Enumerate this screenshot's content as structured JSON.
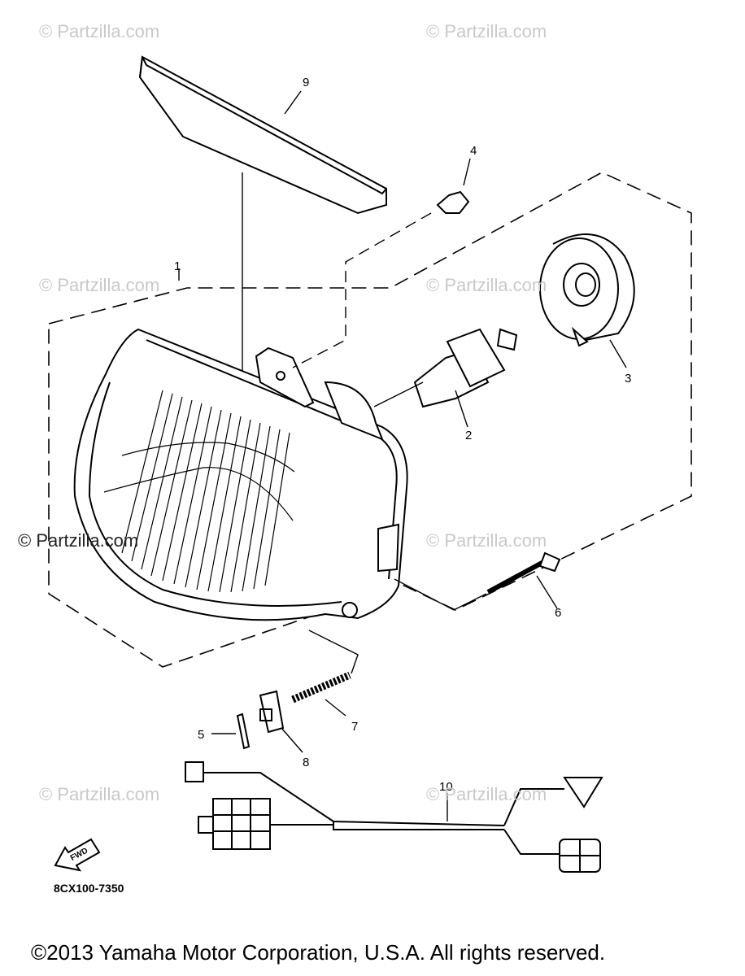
{
  "watermarks": {
    "top_left": "© Partzilla.com",
    "top_right": "© Partzilla.com",
    "mid_left": "© Partzilla.com",
    "mid_right": "© Partzilla.com",
    "center_left": "© Partzilla.com",
    "center_right": "© Partzilla.com",
    "bottom_left": "© Partzilla.com",
    "bottom_right": "© Partzilla.com"
  },
  "callouts": {
    "c1": "1",
    "c2": "2",
    "c3": "3",
    "c4": "4",
    "c5": "5",
    "c6": "6",
    "c7": "7",
    "c8": "8",
    "c9": "9",
    "c10": "10"
  },
  "fwd_label": "FWD",
  "diagram_code": "8CX100-7350",
  "copyright": "©2013 Yamaha Motor Corporation, U.S.A. All rights reserved."
}
